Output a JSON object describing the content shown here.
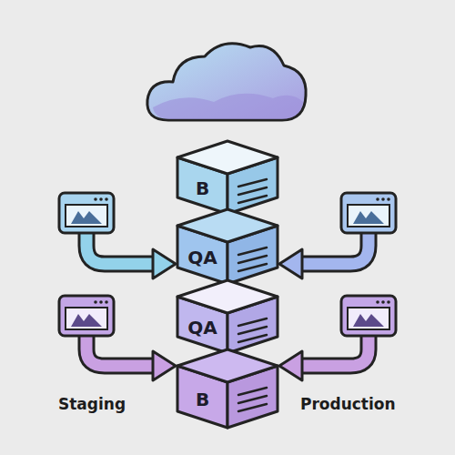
{
  "diagram": {
    "nodes": [
      {
        "text": [
          "B"
        ]
      },
      {
        "text": [
          "QA"
        ]
      },
      {
        "text": [
          "QA"
        ]
      },
      {
        "text": [
          "B"
        ]
      }
    ],
    "labels": [
      "Staging",
      "Production"
    ]
  }
}
